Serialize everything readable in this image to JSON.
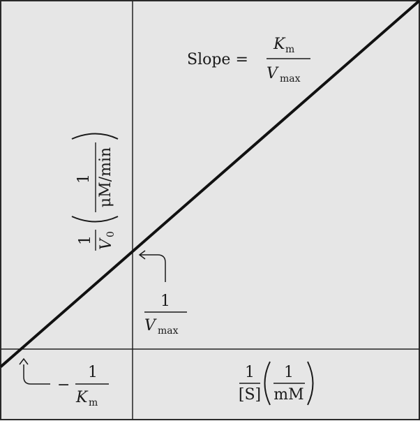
{
  "colors": {
    "panel_background": "#e6e6e6",
    "frame": "#2a2a2a",
    "line": "#111111"
  },
  "chart_data": {
    "type": "line",
    "title": "",
    "series": [
      {
        "x": [
          -0.2,
          0.0,
          0.5
        ],
        "y": [
          0.0,
          0.6,
          2.1
        ]
      }
    ],
    "annotations": {
      "slope": {
        "prefix": "Slope =",
        "numerator_main": "K",
        "numerator_sub": "m",
        "denominator_main": "V",
        "denominator_sub": "max"
      },
      "y_intercept": {
        "numerator": "1",
        "denominator_main": "V",
        "denominator_sub": "max"
      },
      "x_intercept": {
        "sign": "−",
        "numerator": "1",
        "denominator_main": "K",
        "denominator_sub": "m"
      }
    },
    "ylabel": {
      "numerator": "1",
      "denominator_main": "V",
      "denominator_sub": "0",
      "unit_numerator": "1",
      "unit_denominator": "μM/min"
    },
    "xlabel": {
      "numerator": "1",
      "denominator": "[S]",
      "unit_numerator": "1",
      "unit_denominator": "mM"
    }
  }
}
